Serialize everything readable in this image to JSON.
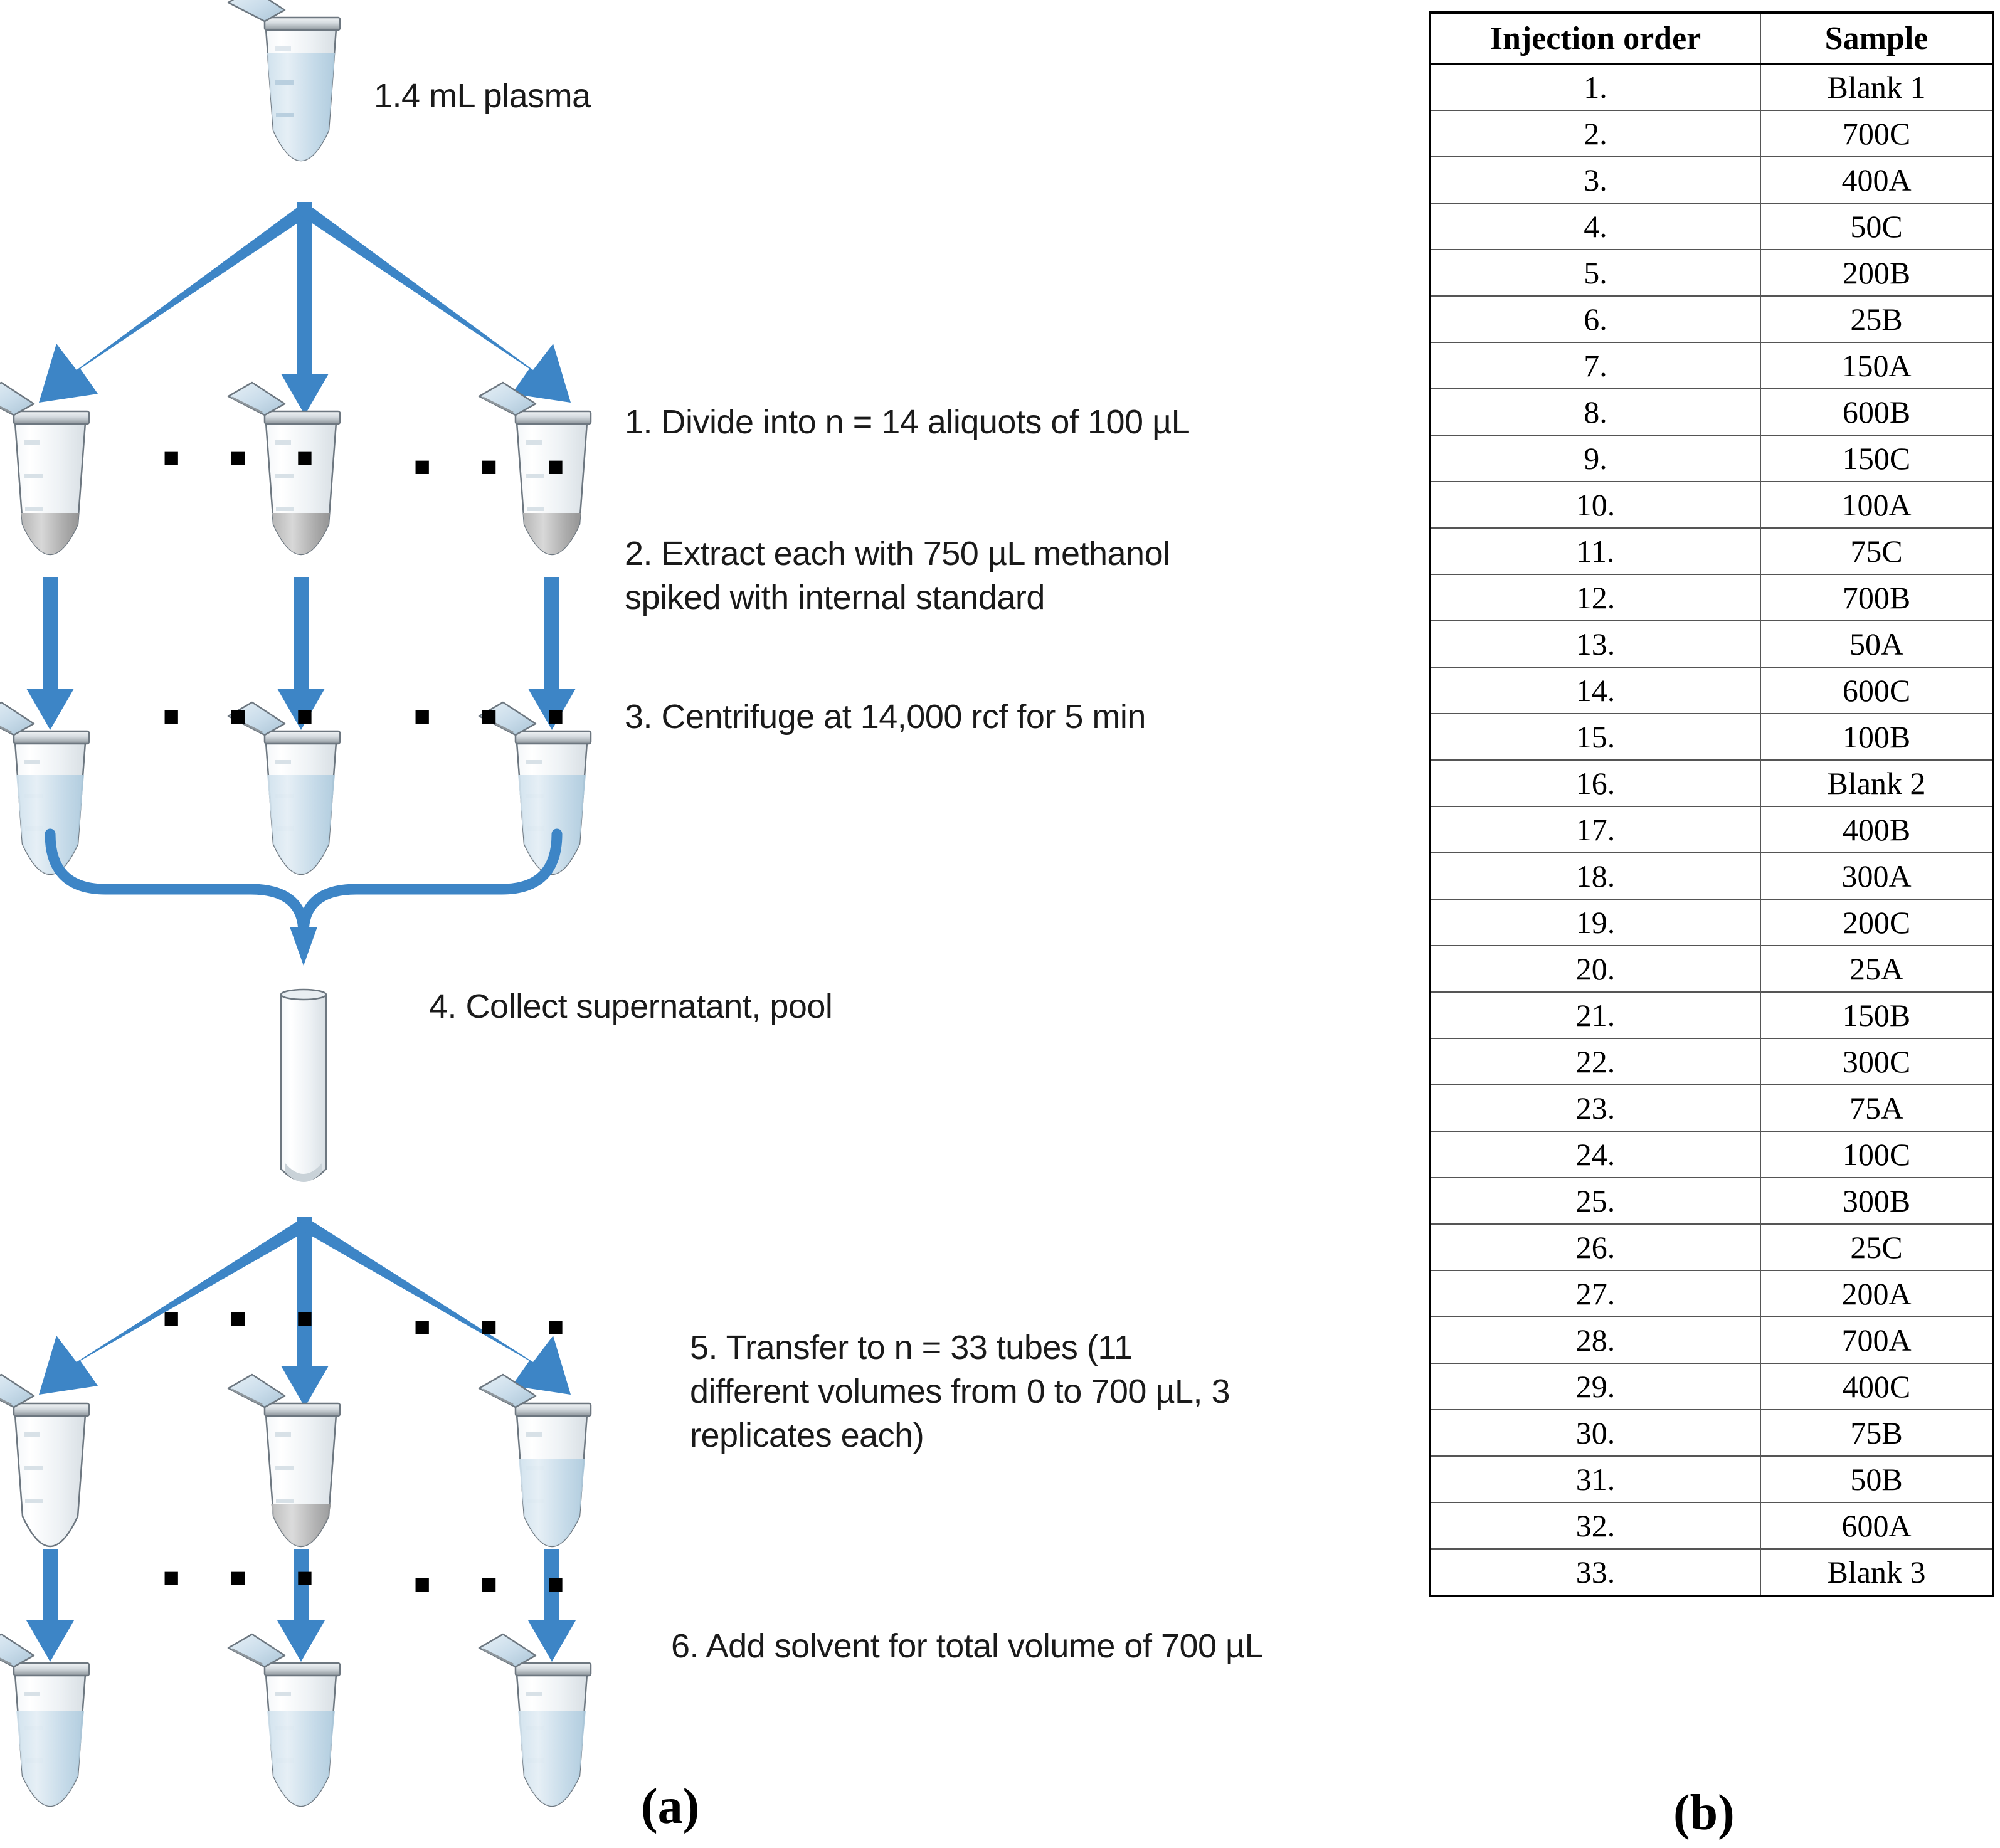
{
  "panel_a": {
    "caption": "(a)",
    "source_label": "1.4 mL plasma",
    "steps": [
      "1. Divide into n = 14 aliquots of 100 µL",
      "2. Extract each with 750 µL methanol\nspiked with internal standard",
      "3. Centrifuge at 14,000 rcf for 5 min",
      "4. Collect supernatant, pool",
      "5. Transfer to n = 33 tubes (11\ndifferent volumes from 0 to 700 µL, 3\nreplicates each)",
      "6. Add solvent for total volume of 700 µL"
    ],
    "ellipsis": "▪ ▪ ▪",
    "arrow_color": "#3d85c6",
    "liquid_color": "#c5dcea",
    "pellet_color": "#a8a8a8"
  },
  "panel_b": {
    "caption": "(b)",
    "columns": [
      "Injection order",
      "Sample"
    ],
    "rows": [
      {
        "order": "1.",
        "sample": "Blank 1"
      },
      {
        "order": "2.",
        "sample": "700C"
      },
      {
        "order": "3.",
        "sample": "400A"
      },
      {
        "order": "4.",
        "sample": "50C"
      },
      {
        "order": "5.",
        "sample": "200B"
      },
      {
        "order": "6.",
        "sample": "25B"
      },
      {
        "order": "7.",
        "sample": "150A"
      },
      {
        "order": "8.",
        "sample": "600B"
      },
      {
        "order": "9.",
        "sample": "150C"
      },
      {
        "order": "10.",
        "sample": "100A"
      },
      {
        "order": "11.",
        "sample": "75C"
      },
      {
        "order": "12.",
        "sample": "700B"
      },
      {
        "order": "13.",
        "sample": "50A"
      },
      {
        "order": "14.",
        "sample": "600C"
      },
      {
        "order": "15.",
        "sample": "100B"
      },
      {
        "order": "16.",
        "sample": "Blank 2"
      },
      {
        "order": "17.",
        "sample": "400B"
      },
      {
        "order": "18.",
        "sample": "300A"
      },
      {
        "order": "19.",
        "sample": "200C"
      },
      {
        "order": "20.",
        "sample": "25A"
      },
      {
        "order": "21.",
        "sample": "150B"
      },
      {
        "order": "22.",
        "sample": "300C"
      },
      {
        "order": "23.",
        "sample": "75A"
      },
      {
        "order": "24.",
        "sample": "100C"
      },
      {
        "order": "25.",
        "sample": "300B"
      },
      {
        "order": "26.",
        "sample": "25C"
      },
      {
        "order": "27.",
        "sample": "200A"
      },
      {
        "order": "28.",
        "sample": "700A"
      },
      {
        "order": "29.",
        "sample": "400C"
      },
      {
        "order": "30.",
        "sample": "75B"
      },
      {
        "order": "31.",
        "sample": "50B"
      },
      {
        "order": "32.",
        "sample": "600A"
      },
      {
        "order": "33.",
        "sample": "Blank 3"
      }
    ]
  }
}
